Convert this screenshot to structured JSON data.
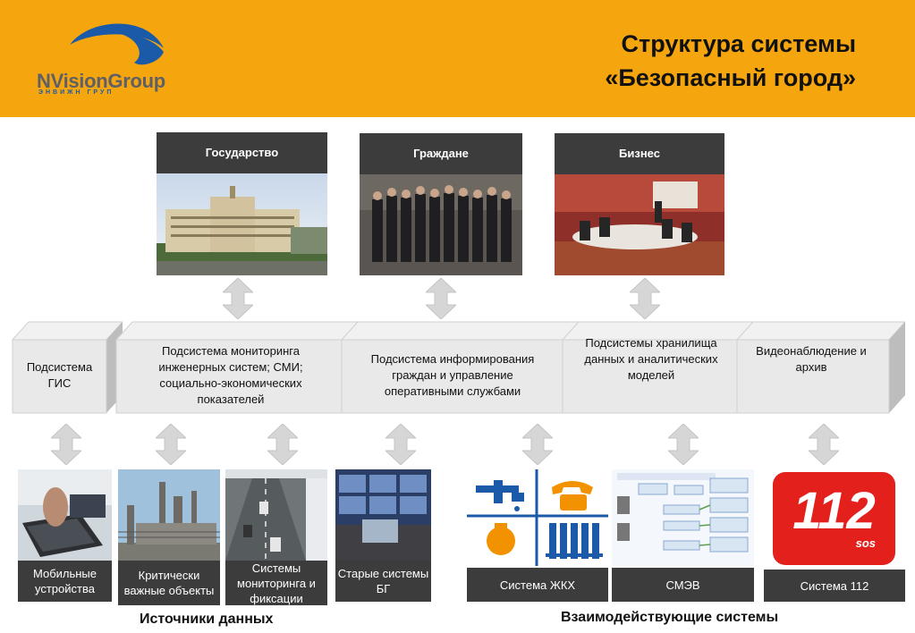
{
  "header": {
    "logo_text": "NVisionGroup",
    "logo_subtext": "ЭНВИЖН ГРУП",
    "title_line1": "Структура системы",
    "title_line2": "«Безопасный город»",
    "colors": {
      "header_bg": "#f5a60f",
      "logo_blue": "#1a5aa8",
      "dark_label": "#3c3c3c"
    }
  },
  "stakeholders": [
    {
      "label": "Государство"
    },
    {
      "label": "Граждане"
    },
    {
      "label": "Бизнес"
    }
  ],
  "subsystems": [
    {
      "label": "Подсистема ГИС"
    },
    {
      "label": "Подсистема мониторинга инженерных систем; СМИ; социально-экономических показателей"
    },
    {
      "label": "Подсистема информирования граждан и управление оперативными службами"
    },
    {
      "label": "Подсистемы хранилища данных и аналитических моделей"
    },
    {
      "label": "Видеонаблюдение и архив"
    }
  ],
  "data_sources": [
    {
      "label": "Мобильные устройства"
    },
    {
      "label": "Критически важные объекты"
    },
    {
      "label": "Системы мониторинга и фиксации"
    },
    {
      "label": "Старые системы БГ"
    }
  ],
  "interacting_systems": [
    {
      "label": "Система ЖКХ"
    },
    {
      "label": "СМЭВ"
    },
    {
      "label": "Система 112",
      "badge_number": "112",
      "badge_sub": "SOS"
    }
  ],
  "captions": {
    "sources": "Источники данных",
    "interacting": "Взаимодействующие системы"
  },
  "icons": [
    "logo-eye-icon",
    "double-arrow-icon",
    "faucet-icon",
    "telephone-icon",
    "lightbulb-icon",
    "radiator-icon"
  ]
}
